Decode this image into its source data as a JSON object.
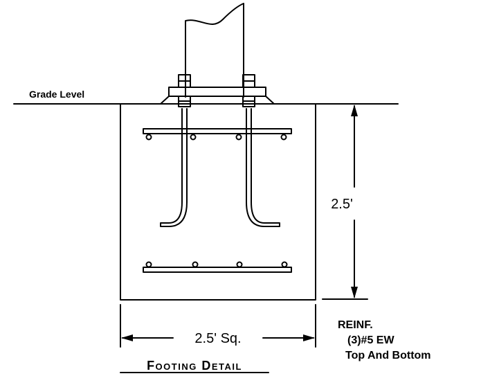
{
  "labels": {
    "grade_level": "Grade Level",
    "height_dimension": "2.5'",
    "width_dimension": "2.5' Sq.",
    "reinf_title": "REINF.",
    "reinf_bars": "(3)#5 EW",
    "reinf_location": "Top And Bottom",
    "caption": "Footing Detail"
  }
}
